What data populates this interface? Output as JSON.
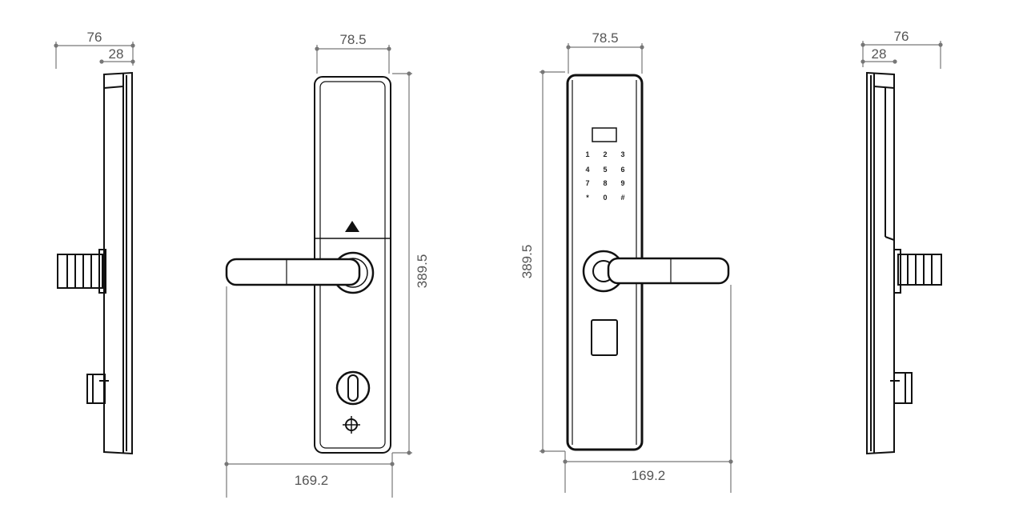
{
  "colors": {
    "outline": "#111111",
    "dimension": "#777777",
    "background": "#ffffff"
  },
  "dimensions": {
    "left_side_total": "76",
    "left_side_inner": "28",
    "front_width": "78.5",
    "front_height": "389.5",
    "front_span": "169.2",
    "back_width": "78.5",
    "back_height": "389.5",
    "back_span": "169.2",
    "right_side_total": "76",
    "right_side_inner": "28"
  },
  "keypad": {
    "row1": [
      "1",
      "2",
      "3"
    ],
    "row2": [
      "4",
      "5",
      "6"
    ],
    "row3": [
      "7",
      "8",
      "9"
    ],
    "row4": [
      "*",
      "0",
      "#"
    ]
  }
}
